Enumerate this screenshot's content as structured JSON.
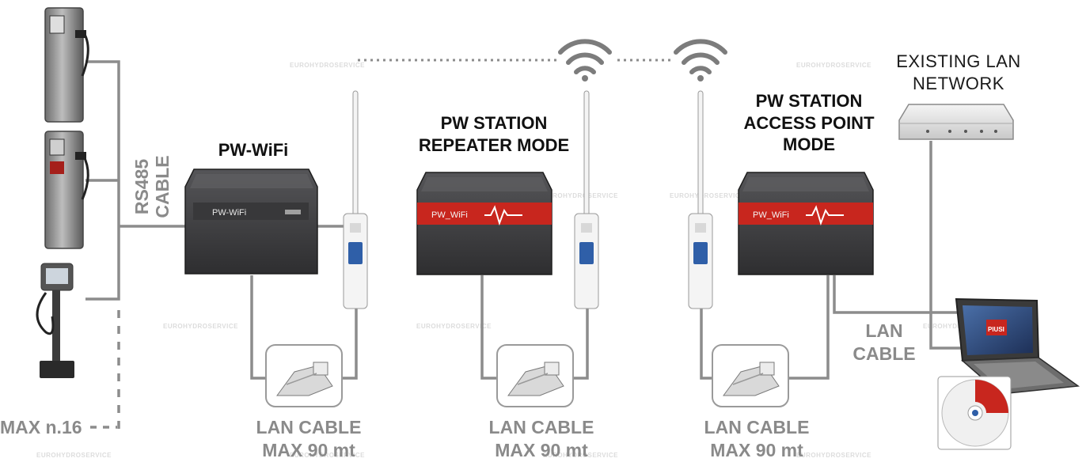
{
  "labels": {
    "pw_wifi": "PW-WiFi",
    "repeater_line1": "PW STATION",
    "repeater_line2": "REPEATER MODE",
    "ap_line1": "PW STATION",
    "ap_line2": "ACCESS POINT",
    "ap_line3": "MODE",
    "existing_line1": "EXISTING LAN",
    "existing_line2": "NETWORK",
    "rs485_line1": "RS485",
    "rs485_line2": "CABLE",
    "lan_cable_right_line1": "LAN",
    "lan_cable_right_line2": "CABLE",
    "lan_cable_1_line1": "LAN CABLE",
    "lan_cable_1_line2": "MAX 90 mt",
    "lan_cable_2_line1": "LAN CABLE",
    "lan_cable_2_line2": "MAX 90 mt",
    "lan_cable_3_line1": "LAN CABLE",
    "lan_cable_3_line2": "MAX 90 mt",
    "max_units": "MAX n.16"
  },
  "device_text": {
    "box1_brand": "PW-WiFi",
    "box2_brand": "PW_WiFi",
    "box3_brand": "PW_WiFi",
    "laptop_logo": "PIUSI"
  },
  "watermark": "EUROHYDROSERVICE",
  "colors": {
    "line_grey": "#8c8c8c",
    "label_grey": "#8a8a8a",
    "device_dark": "#3a3a3c",
    "accent_red": "#c8261e",
    "antenna_white": "#f2f2f2"
  }
}
